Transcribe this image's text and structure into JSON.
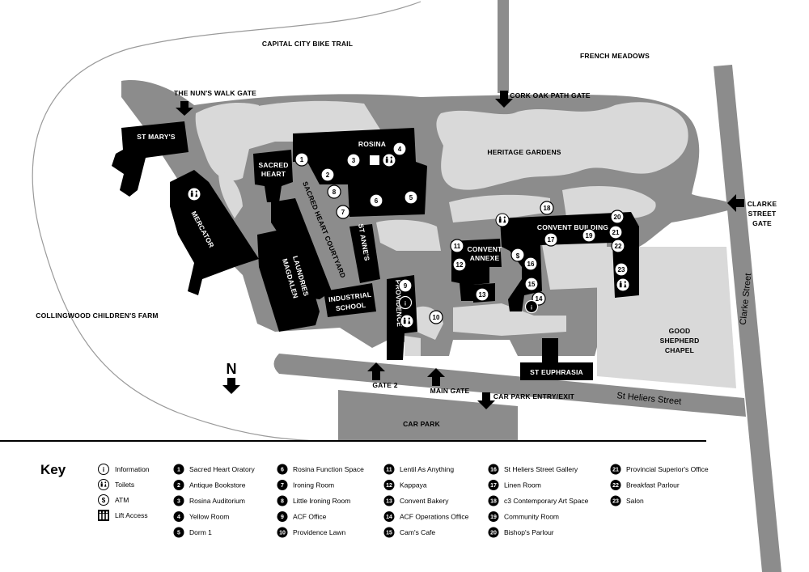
{
  "places": {
    "bike_trail": "CAPITAL CITY BIKE TRAIL",
    "french_meadows": "FRENCH MEADOWS",
    "nuns_walk_gate": "THE NUN'S WALK GATE",
    "cork_oak_gate": "CORK OAK PATH GATE",
    "st_marys": "ST MARY'S",
    "rosina": "ROSINA",
    "sacred_heart_1": "SACRED",
    "sacred_heart_2": "HEART",
    "heritage_gardens": "HERITAGE GARDENS",
    "clarke_gate_1": "CLARKE",
    "clarke_gate_2": "STREET",
    "clarke_gate_3": "GATE",
    "mercator": "MERCATOR",
    "sacred_heart_courtyard": "SACRED HEART COURTYARD",
    "st_annes": "ST ANNE'S",
    "magdalen_1": "MAGDALEN",
    "magdalen_2": "LAUNDRIES",
    "industrial_1": "INDUSTRIAL",
    "industrial_2": "SCHOOL",
    "providence": "PROVIDENCE",
    "convent_annexe_1": "CONVENT",
    "convent_annexe_2": "ANNEXE",
    "convent_building": "CONVENT BUILDING",
    "collingwood": "COLLINGWOOD CHILDREN'S FARM",
    "good_shepherd_1": "GOOD",
    "good_shepherd_2": "SHEPHERD",
    "good_shepherd_3": "CHAPEL",
    "st_euphrasia": "ST EUPHRASIA",
    "gate2": "GATE 2",
    "main_gate": "MAIN GATE",
    "car_park_entry": "CAR PARK ENTRY/EXIT",
    "car_park": "CAR PARK",
    "st_heliers_street": "St Heliers Street",
    "clarke_street": "Clarke Street",
    "north": "N"
  },
  "key": {
    "title": "Key",
    "symbols": [
      {
        "glyph": "i",
        "label": "Information"
      },
      {
        "glyph": "toilets",
        "label": "Toilets"
      },
      {
        "glyph": "$",
        "label": "ATM"
      },
      {
        "glyph": "lift",
        "label": "Lift Access"
      }
    ],
    "items": [
      {
        "n": "1",
        "label": "Sacred Heart Oratory"
      },
      {
        "n": "2",
        "label": "Antique Bookstore"
      },
      {
        "n": "3",
        "label": "Rosina Auditorium"
      },
      {
        "n": "4",
        "label": "Yellow Room"
      },
      {
        "n": "5",
        "label": "Dorm 1"
      },
      {
        "n": "6",
        "label": "Rosina Function Space"
      },
      {
        "n": "7",
        "label": "Ironing Room"
      },
      {
        "n": "8",
        "label": "Little Ironing Room"
      },
      {
        "n": "9",
        "label": "ACF Office"
      },
      {
        "n": "10",
        "label": "Providence Lawn"
      },
      {
        "n": "11",
        "label": "Lentil As Anything"
      },
      {
        "n": "12",
        "label": "Kappaya"
      },
      {
        "n": "13",
        "label": "Convent Bakery"
      },
      {
        "n": "14",
        "label": "ACF Operations Office"
      },
      {
        "n": "15",
        "label": "Cam's Cafe"
      },
      {
        "n": "16",
        "label": "St Heliers Street Gallery"
      },
      {
        "n": "17",
        "label": "Linen Room"
      },
      {
        "n": "18",
        "label": "c3 Contemporary Art Space"
      },
      {
        "n": "19",
        "label": "Community Room"
      },
      {
        "n": "20",
        "label": "Bishop's Parlour"
      },
      {
        "n": "21",
        "label": "Provincial Superior's Office"
      },
      {
        "n": "22",
        "label": "Breakfast Parlour"
      },
      {
        "n": "23",
        "label": "Salon"
      }
    ]
  },
  "colors": {
    "building": "#000000",
    "road": "#8c8c8c",
    "ground": "#d9d9d9",
    "paper": "#ffffff"
  }
}
